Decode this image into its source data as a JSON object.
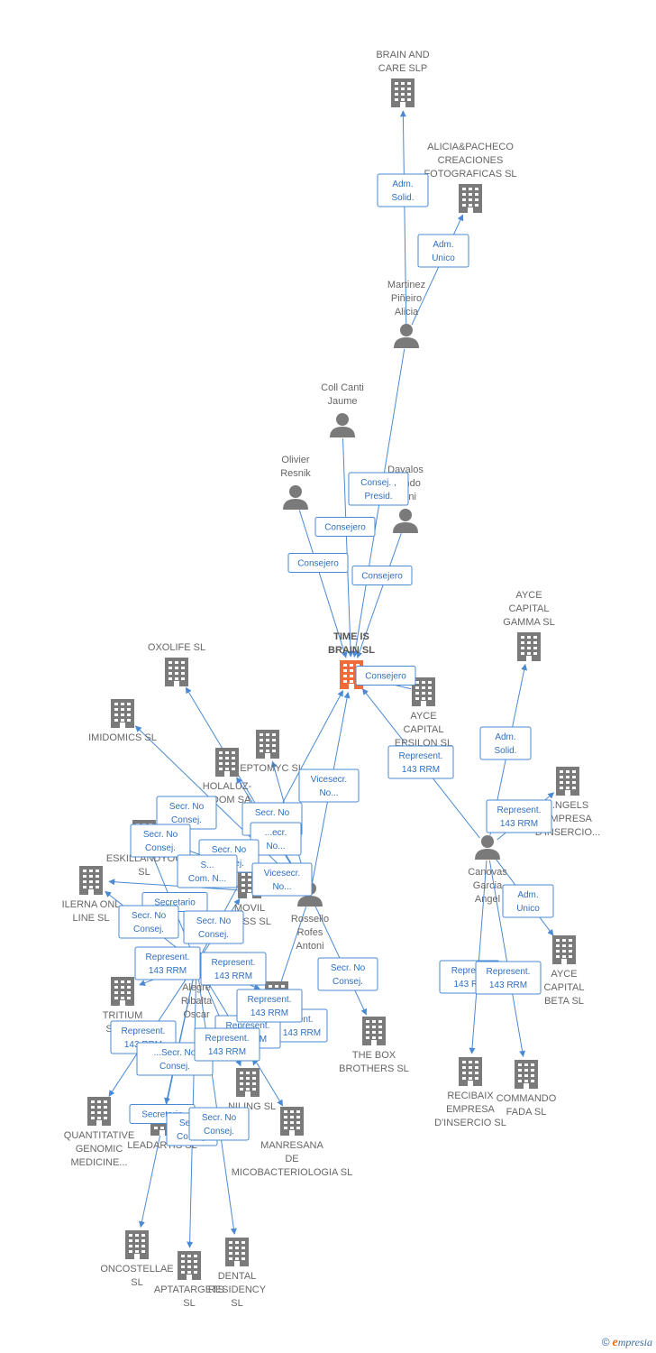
{
  "graph": {
    "colors": {
      "company": "#7a7a7a",
      "main_company": "#f06a3a",
      "edge": "#4a8ad4",
      "person": "#7a7a7a"
    },
    "nodes": [
      {
        "id": "time",
        "kind": "company",
        "main": true,
        "lines": [
          "TIME IS",
          "BRAIN  SL"
        ]
      },
      {
        "id": "brainandcare",
        "kind": "company",
        "lines": [
          "BRAIN AND",
          "CARE  SLP"
        ]
      },
      {
        "id": "alicia",
        "kind": "company",
        "lines": [
          "ALICIA&PACHECO",
          "CREACIONES",
          "FOTOGRAFICAS SL"
        ]
      },
      {
        "id": "martinez",
        "kind": "person",
        "lines": [
          "Martinez",
          "Piñeiro",
          "Alicia"
        ]
      },
      {
        "id": "coll",
        "kind": "person",
        "lines": [
          "Coll Canti",
          "Jaume"
        ]
      },
      {
        "id": "olivier",
        "kind": "person",
        "lines": [
          "Olivier",
          "Resnik"
        ]
      },
      {
        "id": "davalos",
        "kind": "person",
        "lines": [
          "Davalos",
          "...ando",
          "...oni"
        ]
      },
      {
        "id": "aycegamma",
        "kind": "company",
        "lines": [
          "AYCE",
          "CAPITAL",
          "GAMMA  SL"
        ]
      },
      {
        "id": "ayceepsilon",
        "kind": "company",
        "lines": [
          "AYCE",
          "CAPITAL",
          "EPSILON  SL"
        ]
      },
      {
        "id": "oxolife",
        "kind": "company",
        "lines": [
          "OXOLIFE SL"
        ]
      },
      {
        "id": "imidomics",
        "kind": "company",
        "lines": [
          "IMIDOMICS  SL"
        ]
      },
      {
        "id": "peptomyc",
        "kind": "company",
        "lines": [
          "...EPTOMYC  SL"
        ]
      },
      {
        "id": "holaluz",
        "kind": "company",
        "lines": [
          "HOLALUZ-",
          "...DOM SA"
        ]
      },
      {
        "id": "angels",
        "kind": "company",
        "lines": [
          "...NGELS",
          "EMPRESA",
          "D'INSERCIO..."
        ]
      },
      {
        "id": "canovas",
        "kind": "person",
        "lines": [
          "Canovas",
          "Garcia",
          "Angel"
        ]
      },
      {
        "id": "eskillan",
        "kind": "company",
        "lines": [
          "ESKILLANDYOU",
          "SL"
        ]
      },
      {
        "id": "ilerna",
        "kind": "company",
        "lines": [
          "ILERNA ONL",
          "LINE  SL"
        ]
      },
      {
        "id": "movil",
        "kind": "company",
        "lines": [
          "MOVIL",
          "...ESS  SL"
        ]
      },
      {
        "id": "rossello",
        "kind": "person",
        "lines": [
          "Rossello",
          "Rofes",
          "Antoni"
        ]
      },
      {
        "id": "alegre",
        "kind": "person",
        "lines": [
          "Alegre",
          "Ribalta",
          "Oscar"
        ]
      },
      {
        "id": "aycebeta",
        "kind": "company",
        "lines": [
          "AYCE",
          "CAPITAL",
          "BETA  SL"
        ]
      },
      {
        "id": "tritium",
        "kind": "company",
        "lines": [
          "TRITIUM",
          "SOFT..."
        ]
      },
      {
        "id": "hidden1",
        "kind": "company",
        "lines": []
      },
      {
        "id": "thebox",
        "kind": "company",
        "lines": [
          "THE BOX",
          "BROTHERS  SL"
        ]
      },
      {
        "id": "anilink",
        "kind": "company",
        "lines": [
          "...NILING  SL"
        ]
      },
      {
        "id": "quantitative",
        "kind": "company",
        "lines": [
          "QUANTITATIVE",
          "GENOMIC",
          "MEDICINE..."
        ]
      },
      {
        "id": "leadartis",
        "kind": "company",
        "lines": [
          "LEADARTIS SL"
        ]
      },
      {
        "id": "manresana",
        "kind": "company",
        "lines": [
          "MANRESANA",
          "DE",
          "MICOBACTERIOLOGIA SL"
        ]
      },
      {
        "id": "recibaix",
        "kind": "company",
        "lines": [
          "RECIBAIX",
          "EMPRESA",
          "D'INSERCIO SL"
        ]
      },
      {
        "id": "commando",
        "kind": "company",
        "lines": [
          "COMMANDO",
          "FADA  SL"
        ]
      },
      {
        "id": "oncostellae",
        "kind": "company",
        "lines": [
          "ONCOSTELLAE",
          "SL"
        ]
      },
      {
        "id": "aptatargets",
        "kind": "company",
        "lines": [
          "APTATARGETS",
          "SL"
        ]
      },
      {
        "id": "dental",
        "kind": "company",
        "lines": [
          "DENTAL",
          "RESIDENCY",
          "SL"
        ]
      }
    ],
    "edges": [
      {
        "from": "martinez",
        "to": "brainandcare",
        "label": [
          "Adm.",
          "Solid."
        ]
      },
      {
        "from": "martinez",
        "to": "alicia",
        "label": [
          "Adm.",
          "Unico"
        ]
      },
      {
        "from": "martinez",
        "to": "time",
        "label": [
          "Consej. ,",
          "Presid."
        ]
      },
      {
        "from": "coll",
        "to": "time",
        "label": [
          "Consejero"
        ]
      },
      {
        "from": "olivier",
        "to": "time",
        "label": [
          "Consejero"
        ]
      },
      {
        "from": "davalos",
        "to": "time",
        "label": [
          "Consejero"
        ]
      },
      {
        "from": "ayceepsilon",
        "to": "time",
        "label": [
          "Consejero"
        ]
      },
      {
        "from": "canovas",
        "to": "time",
        "label": [
          "Represent.",
          "143 RRM"
        ]
      },
      {
        "from": "canovas",
        "to": "aycegamma",
        "label": [
          "Adm.",
          "Solid."
        ]
      },
      {
        "from": "canovas",
        "to": "angels",
        "label": [
          "Represent.",
          "143 RRM"
        ]
      },
      {
        "from": "canovas",
        "to": "aycebeta",
        "label": [
          "Adm.",
          "Unico"
        ]
      },
      {
        "from": "canovas",
        "to": "recibaix",
        "label": [
          "Repres...",
          "143 R..."
        ]
      },
      {
        "from": "canovas",
        "to": "commando",
        "label": [
          "Represent.",
          "143 RRM"
        ]
      },
      {
        "from": "rossello",
        "to": "time",
        "label": [
          "Vicesecr.",
          "No..."
        ]
      },
      {
        "from": "rossello",
        "to": "thebox",
        "label": [
          "Secr.  No",
          "Consej."
        ]
      },
      {
        "from": "rossello",
        "to": "peptomyc",
        "label": [
          "Secr.  No",
          "Consej."
        ]
      },
      {
        "from": "rossello",
        "to": "holaluz",
        "label": [
          "...ecr.",
          "No..."
        ]
      },
      {
        "from": "rossello",
        "to": "oxolife",
        "label": [
          "Secr.  No",
          "Consej."
        ]
      },
      {
        "from": "rossello",
        "to": "imidomics",
        "label": [
          "Secr.  No",
          "Consej."
        ]
      },
      {
        "from": "rossello",
        "to": "eskillan",
        "label": [
          "Secr.  No",
          "Consej."
        ]
      },
      {
        "from": "rossello",
        "to": "ilerna",
        "label": [
          "Secretario"
        ]
      },
      {
        "from": "rossello",
        "to": "movil",
        "label": [
          "Vicesecr.",
          "No..."
        ]
      },
      {
        "from": "rossello",
        "to": "anilink",
        "label": [
          "...ent.",
          "143 RRM"
        ]
      },
      {
        "from": "alegre",
        "to": "time",
        "label": [
          "Secr.  No",
          "Consej."
        ]
      },
      {
        "from": "alegre",
        "to": "ilerna",
        "label": [
          "Secr.  No",
          "Consej."
        ]
      },
      {
        "from": "alegre",
        "to": "eskillan",
        "label": [
          "S...",
          "Com. N..."
        ]
      },
      {
        "from": "alegre",
        "to": "quantitative",
        "label": [
          "Represent.",
          "143 RRM"
        ]
      },
      {
        "from": "alegre",
        "to": "leadartis",
        "label": [
          "...Secr.  No",
          "Consej."
        ]
      },
      {
        "from": "alegre",
        "to": "anilink",
        "label": [
          "Represent.",
          "143 RRM"
        ]
      },
      {
        "from": "alegre",
        "to": "manresana",
        "label": [
          "Represent.",
          "143 RRM"
        ]
      },
      {
        "from": "alegre",
        "to": "oncostellae",
        "label": [
          "Secretario"
        ]
      },
      {
        "from": "alegre",
        "to": "aptatargets",
        "label": [
          "Secr...",
          "Consej."
        ]
      },
      {
        "from": "alegre",
        "to": "dental",
        "label": [
          "Secr.  No",
          "Consej."
        ]
      },
      {
        "from": "alegre",
        "to": "tritium",
        "label": [
          "Represent.",
          "143 RRM"
        ]
      },
      {
        "from": "alegre",
        "to": "hidden1",
        "label": [
          "Represent.",
          "143 RRM"
        ]
      },
      {
        "from": "alegre",
        "to": "movil",
        "label": [
          "Represent.",
          "143 RRM"
        ]
      }
    ]
  },
  "footer": {
    "copyright": "©",
    "brand_initial": "e",
    "brand_rest": "mpresia"
  }
}
